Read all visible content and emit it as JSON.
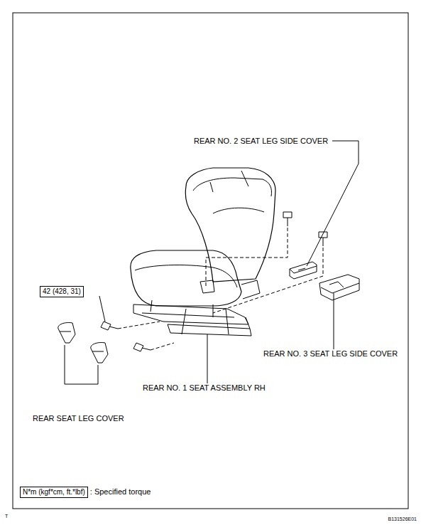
{
  "diagram": {
    "nodes": [
      {
        "text": [
          "42 (428, 31)"
        ]
      },
      {
        "text": [
          "N*m (kgf*cm, ft.*lbf)"
        ]
      }
    ],
    "labels": [
      "REAR NO. 2 SEAT LEG SIDE COVER",
      "REAR NO. 3 SEAT LEG SIDE COVER",
      "REAR NO. 1 SEAT ASSEMBLY RH",
      "REAR SEAT LEG COVER",
      ": Specified torque",
      "T",
      "B131526E01"
    ]
  }
}
